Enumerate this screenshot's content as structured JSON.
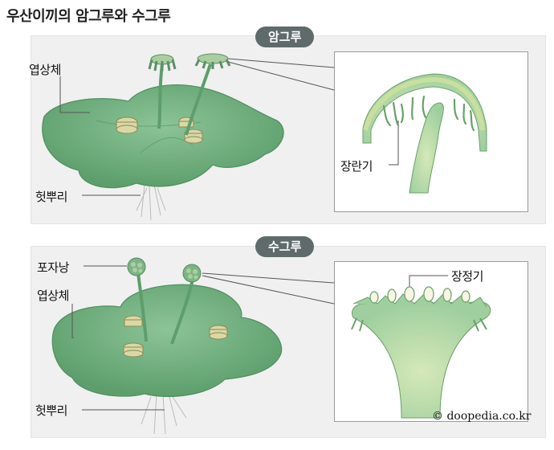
{
  "title": "우산이끼의 암그루와 수그루",
  "female": {
    "badge": "암그루",
    "labels": {
      "thallus": "엽상체",
      "rhizoid": "헛뿌리",
      "archegonium": "장란기"
    }
  },
  "male": {
    "badge": "수그루",
    "labels": {
      "sporangium": "포자낭",
      "thallus": "엽상체",
      "rhizoid": "헛뿌리",
      "antheridium": "장정기"
    }
  },
  "credit": "© doopedia.co.kr",
  "colors": {
    "thallus": "#6fae7c",
    "thallus_dark": "#4f8f60",
    "tissue": "#b9d9b0",
    "badge": "#5e6b6a"
  }
}
